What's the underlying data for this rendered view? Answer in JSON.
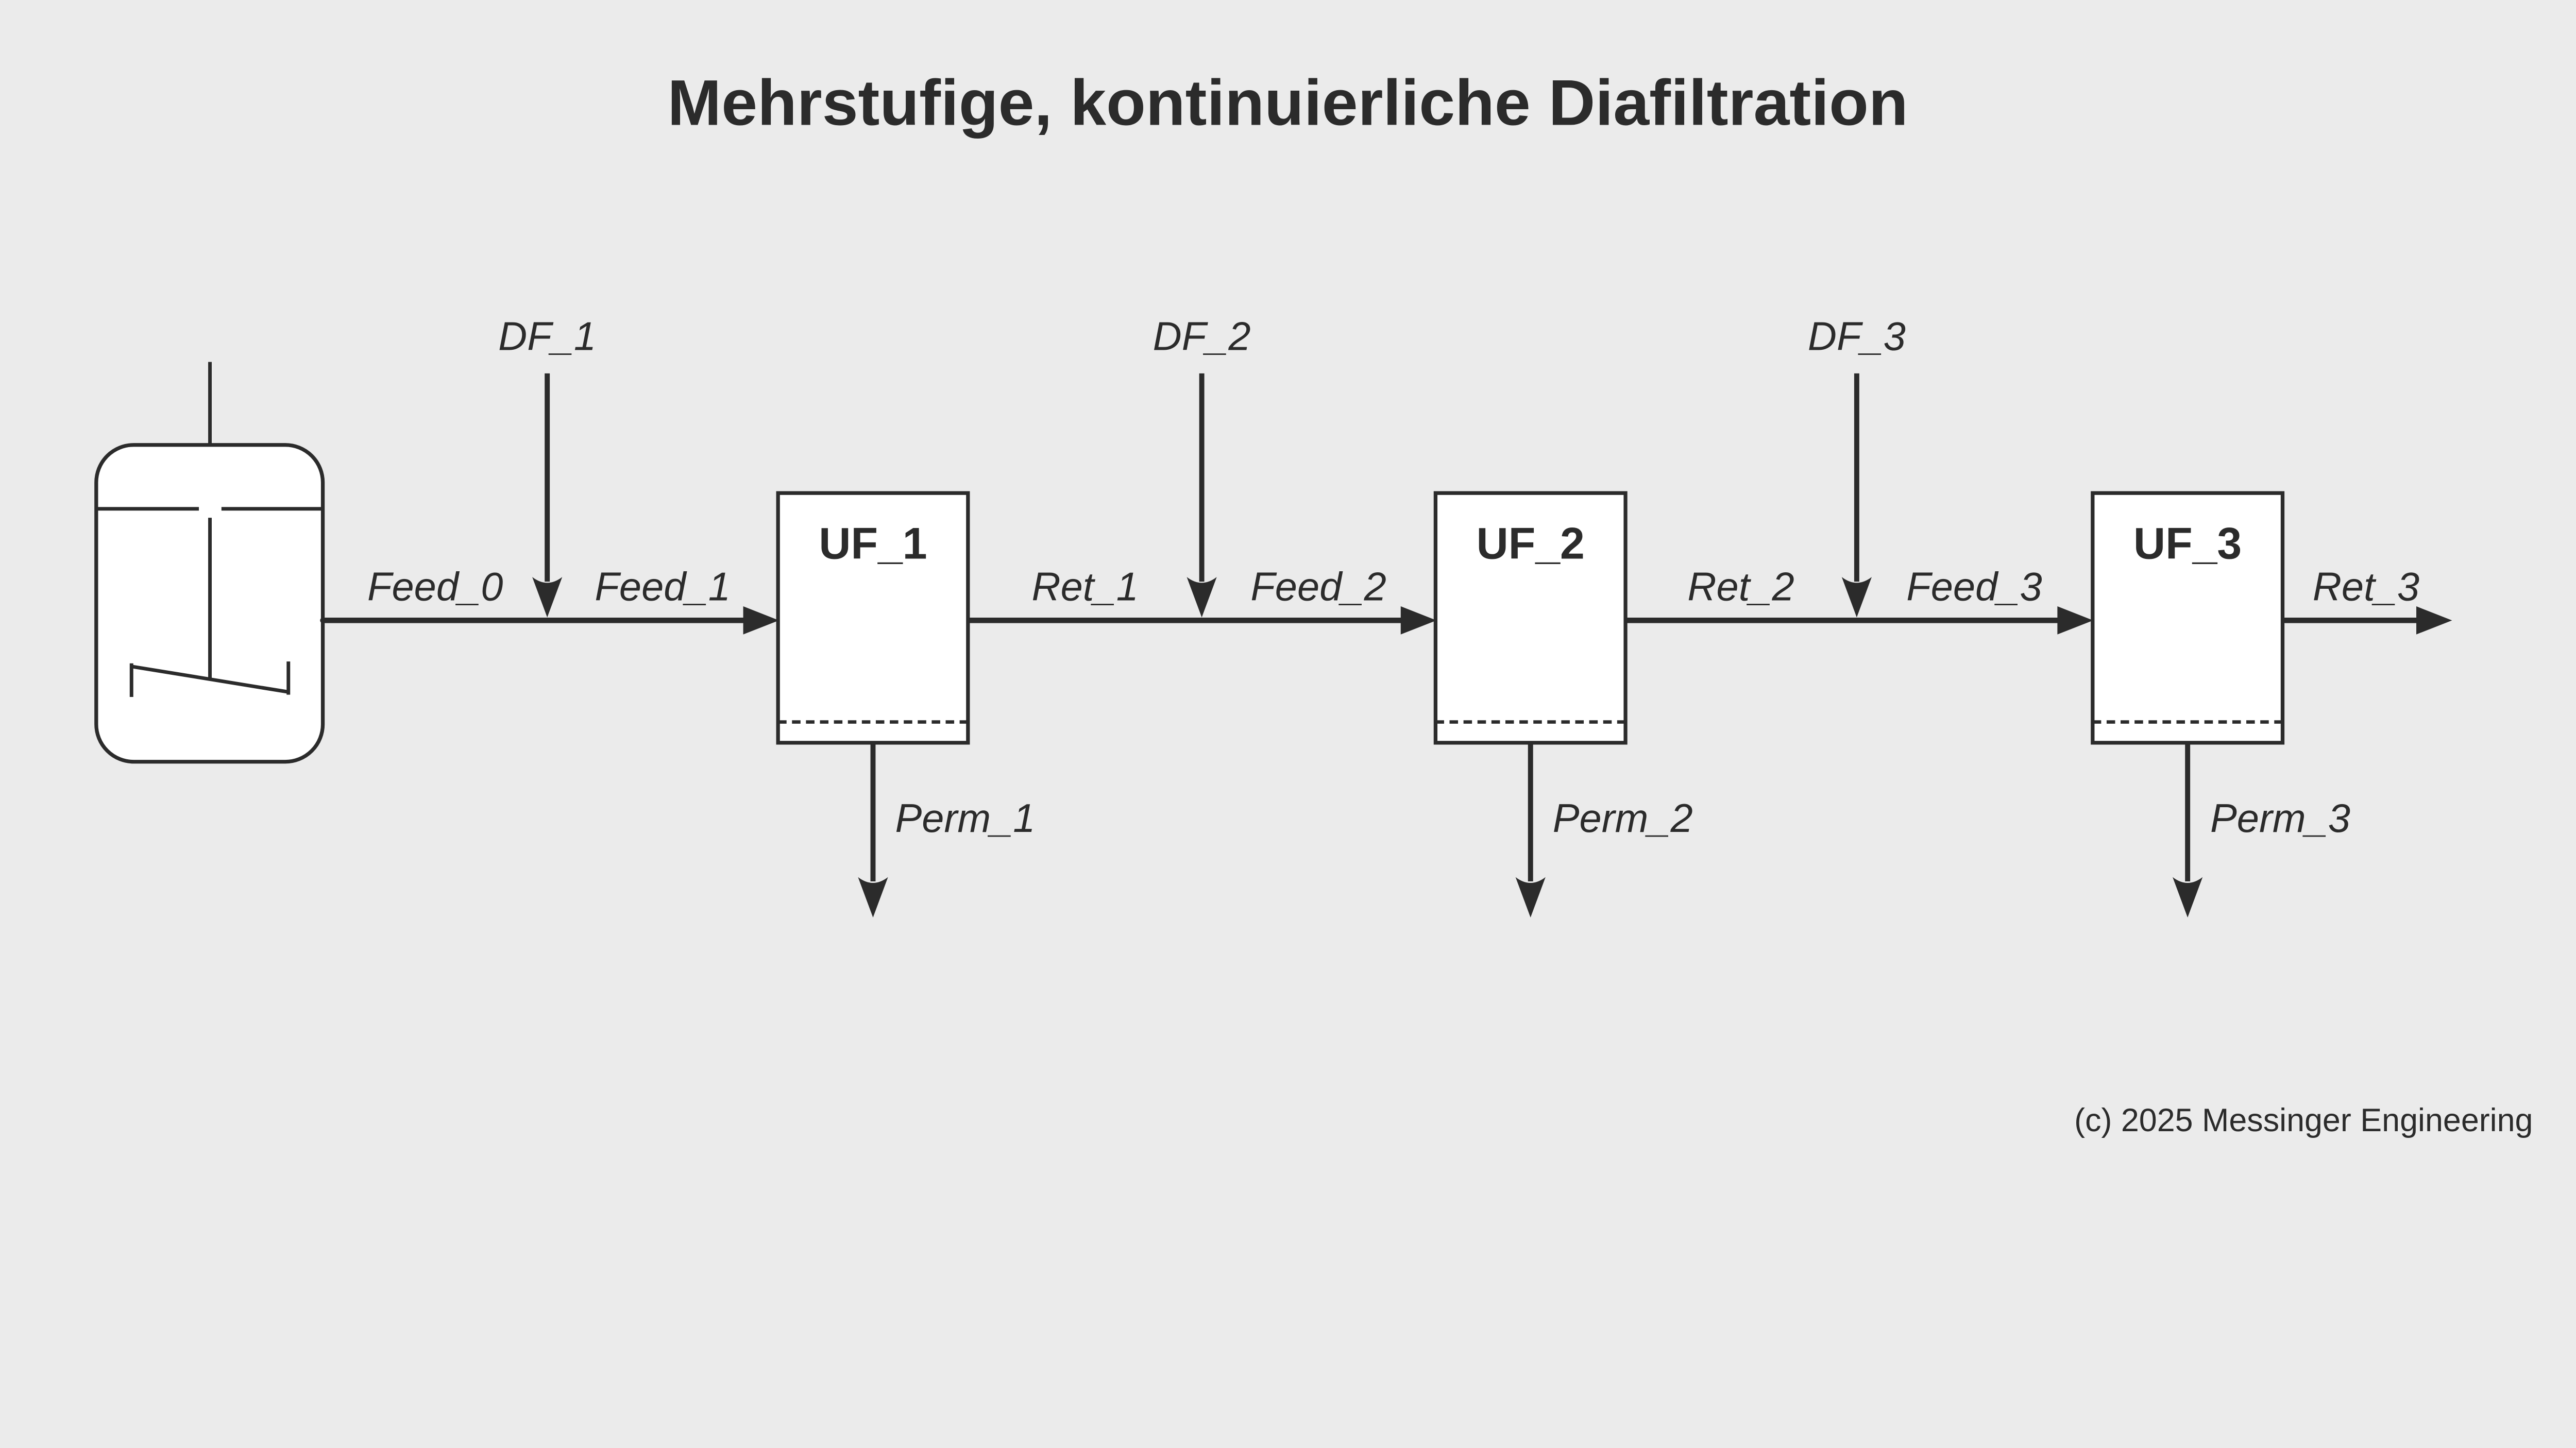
{
  "title": "Mehrstufige, kontinuierliche Diafiltration",
  "copyright": "(c) 2025 Messinger Engineering",
  "colors": {
    "background": "#ebebeb",
    "ink": "#2b2b2b",
    "vessel_fill": "#ffffff"
  },
  "units": {
    "tank": "feed-tank",
    "labels": [
      "UF_1",
      "UF_2",
      "UF_3"
    ]
  },
  "streams": {
    "feed": [
      "Feed_0",
      "Feed_1",
      "Feed_2",
      "Feed_3"
    ],
    "ret": [
      "Ret_1",
      "Ret_2",
      "Ret_3"
    ],
    "df": [
      "DF_1",
      "DF_2",
      "DF_3"
    ],
    "perm": [
      "Perm_1",
      "Perm_2",
      "Perm_3"
    ]
  }
}
